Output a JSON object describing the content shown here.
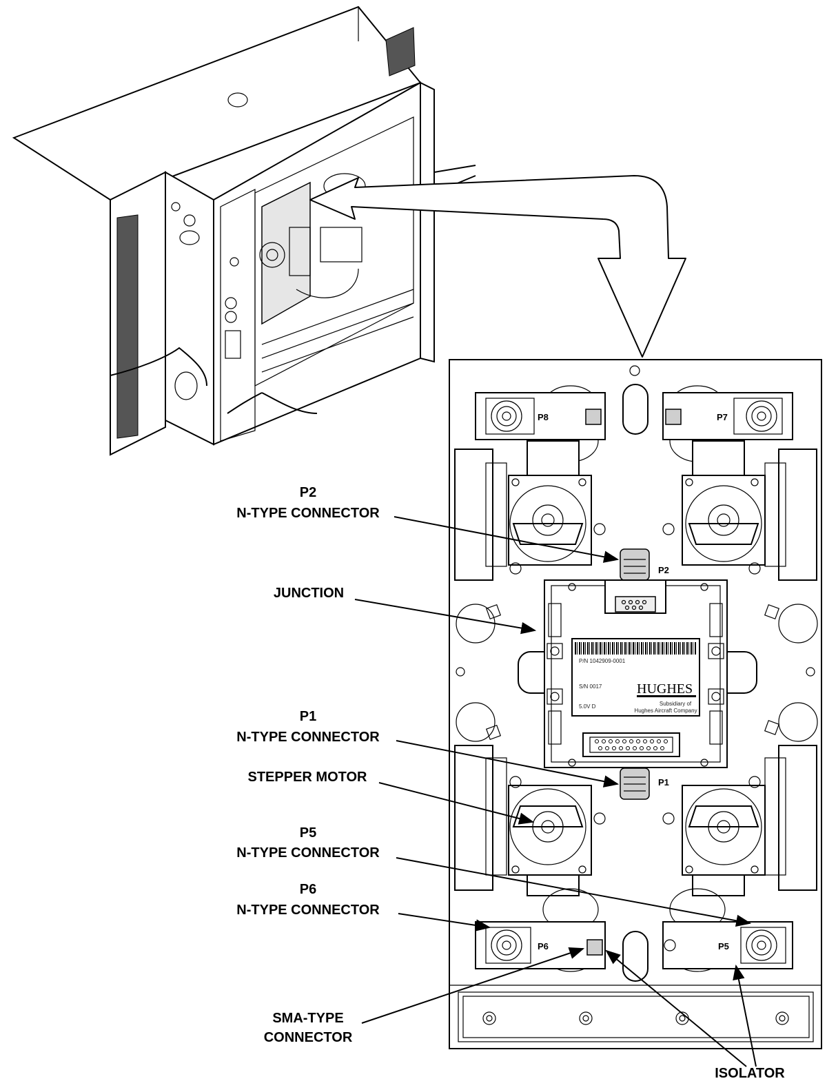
{
  "labels": {
    "p2": "P2",
    "p2_type": "N-TYPE CONNECTOR",
    "junction": "JUNCTION",
    "p1": "P1",
    "p1_type": "N-TYPE CONNECTOR",
    "stepper_motor": "STEPPER MOTOR",
    "p5": "P5",
    "p5_type": "N-TYPE CONNECTOR",
    "p6": "P6",
    "p6_type": "N-TYPE CONNECTOR",
    "sma_line1": "SMA-TYPE",
    "sma_line2": "CONNECTOR",
    "isolator": "ISOLATOR"
  },
  "panel_marks": {
    "p8": "P8",
    "p7": "P7",
    "p2": "P2",
    "p1": "P1",
    "p6": "P6",
    "p5": "P5"
  },
  "junction_box": {
    "brand": "HUGHES",
    "pn": "P/N 1042909-0001",
    "sn": "S/N 0017",
    "voltage": "5.0V D",
    "sub_line1": "Subsidiary of",
    "sub_line2": "Hughes Aircraft Company"
  }
}
